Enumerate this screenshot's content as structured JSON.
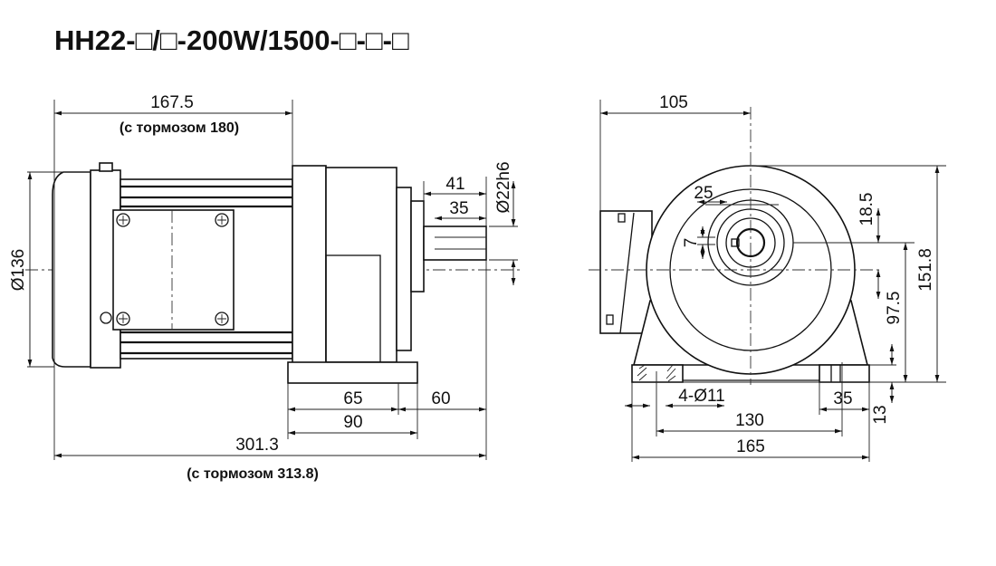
{
  "title": "HH22-□/□-200W/1500-□-□-□",
  "side_view": {
    "length_motor": "167.5",
    "length_motor_brake": "(с тормозом 180)",
    "diameter_motor": "Ø136",
    "shaft_length": "41",
    "key_length": "35",
    "shaft_diameter": "Ø22h6",
    "base_65": "65",
    "base_60": "60",
    "base_90": "90",
    "total_length": "301.3",
    "total_length_brake": "(с тормозом 313.8)"
  },
  "front_view": {
    "width_105": "105",
    "key_width": "25",
    "key_7": "7",
    "height_18_5": "18.5",
    "height_151_8": "151.8",
    "height_97_5": "97.5",
    "foot_13": "13",
    "holes": "4-Ø11",
    "foot_35": "35",
    "holes_130": "130",
    "base_165": "165"
  }
}
